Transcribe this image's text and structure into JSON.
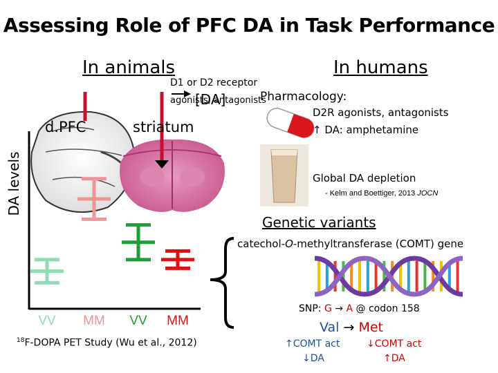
{
  "slide": {
    "title": "Assessing Role of PFC DA in Task Performance",
    "animals_heading": "In animals",
    "humans_heading": "In humans",
    "receptor_note": "D1 or D2 receptor",
    "receptor_note2": "agonists, antagonists",
    "da_bracket": "[DA]",
    "region_dpfc": "d.PFC",
    "region_striatum": "striatum"
  },
  "humans": {
    "pharmacology_label": "Pharmacology:",
    "pharmacology_line1": "D2R agonists, antagonists",
    "pharmacology_line2": "↑ DA: amphetamine",
    "depletion_label": "Global DA depletion",
    "depletion_ref": "- Kelm and Boettiger, 2013 ",
    "depletion_journal": "JOCN",
    "genetic_heading": "Genetic variants",
    "gene_name_a": "catechol-",
    "gene_name_o": "O",
    "gene_name_b": "-methyltransferase (COMT) gene",
    "snp_prefix": "SNP: ",
    "snp_g": "G",
    "snp_arrow": " → ",
    "snp_a": "A",
    "snp_suffix": " @ codon 158",
    "val_label": "Val",
    "val_arrow": " → ",
    "met_label": "Met",
    "val_comt": "↑COMT act",
    "val_da": "↓DA",
    "met_comt": "↓COMT act",
    "met_da": "↑DA"
  },
  "chart_data": {
    "type": "scatter",
    "ylabel": "DA levels",
    "xlabel": "",
    "title": "",
    "caption_sup": "18",
    "caption": "F-DOPA PET Study (Wu et al., 2012)",
    "categories": [
      "VV",
      "MM",
      "VV",
      "MM"
    ],
    "groups": [
      "d.PFC",
      "d.PFC",
      "striatum",
      "striatum"
    ],
    "means": [
      1.3,
      3.8,
      2.3,
      1.7
    ],
    "errors": [
      0.4,
      0.7,
      0.6,
      0.3
    ],
    "ylim": [
      0,
      6
    ],
    "colors": [
      "#8fdcb4",
      "#ef9595",
      "#1e9e36",
      "#e01010"
    ],
    "category_colors": [
      "#8fdcb4",
      "#ef9595",
      "#1e9e36",
      "#e01010"
    ],
    "grid": false
  },
  "colors": {
    "red_marker": "#c8102e",
    "accent_red": "#d40000",
    "accent_blue": "#1f4e9a",
    "brain_pink": "#c8548b"
  }
}
